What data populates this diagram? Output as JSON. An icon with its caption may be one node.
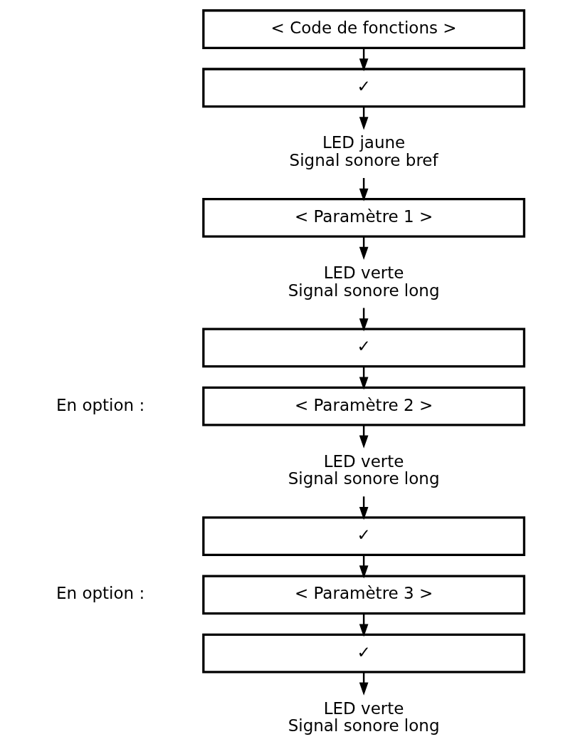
{
  "diagram": {
    "nodes": [
      {
        "text": [
          "< Code de fonctions >"
        ]
      },
      {
        "text": [
          "✓"
        ]
      },
      {
        "text": [
          "LED jaune",
          "Signal sonore bref"
        ]
      },
      {
        "text": [
          "< Paramètre 1 >"
        ]
      },
      {
        "text": [
          "LED verte",
          "Signal sonore long"
        ]
      },
      {
        "text": [
          "✓"
        ]
      },
      {
        "text": [
          "< Paramètre 2 >"
        ],
        "beside": [
          "En option :"
        ]
      },
      {
        "text": [
          "LED verte",
          "Signal sonore long"
        ]
      },
      {
        "text": [
          "✓"
        ]
      },
      {
        "text": [
          "< Paramètre 3 >"
        ],
        "beside": [
          "En option :"
        ]
      },
      {
        "text": [
          "✓"
        ]
      },
      {
        "text": [
          "LED verte",
          "Signal sonore long"
        ]
      }
    ],
    "edges": [
      {
        "from": 0,
        "to": 1,
        "arrow": "to"
      },
      {
        "from": 1,
        "to": 2,
        "arrow": "to"
      },
      {
        "from": 2,
        "to": 3,
        "arrow": "to"
      },
      {
        "from": 3,
        "to": 4,
        "arrow": "to"
      },
      {
        "from": 4,
        "to": 5,
        "arrow": "to"
      },
      {
        "from": 5,
        "to": 6,
        "arrow": "to"
      },
      {
        "from": 6,
        "to": 7,
        "arrow": "to"
      },
      {
        "from": 7,
        "to": 8,
        "arrow": "to"
      },
      {
        "from": 8,
        "to": 9,
        "arrow": "to"
      },
      {
        "from": 9,
        "to": 10,
        "arrow": "to"
      },
      {
        "from": 10,
        "to": 11,
        "arrow": "to"
      }
    ]
  }
}
